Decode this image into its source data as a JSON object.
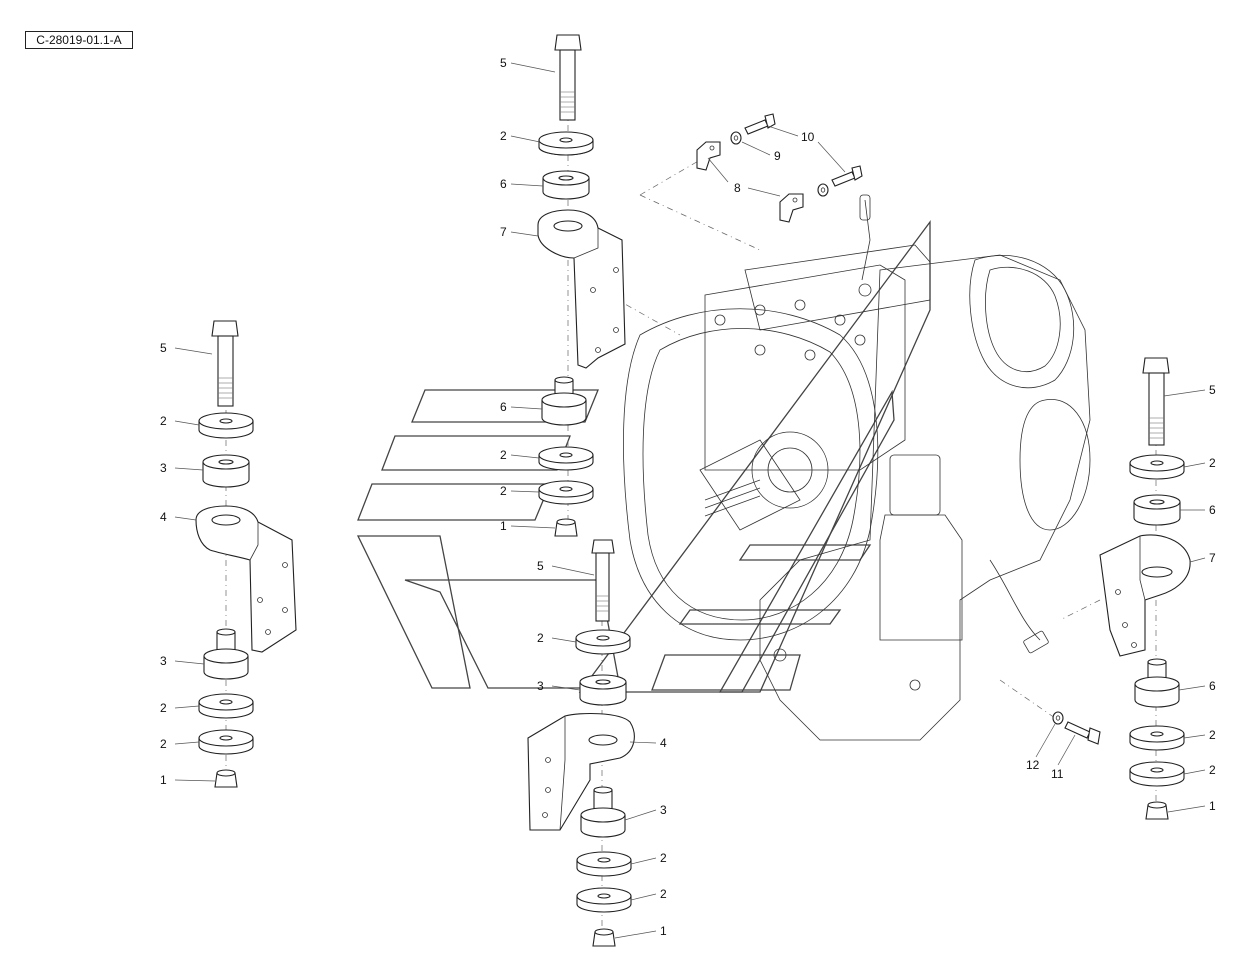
{
  "reference_code": "C-28019-01.1-A",
  "callouts": {
    "top_center": [
      "5",
      "2",
      "6",
      "7",
      "6",
      "2",
      "2",
      "1"
    ],
    "left_column": [
      "5",
      "2",
      "3",
      "4",
      "3",
      "2",
      "2",
      "1"
    ],
    "bottom_center": [
      "5",
      "2",
      "3",
      "4",
      "3",
      "2",
      "2",
      "1"
    ],
    "right_column": [
      "5",
      "2",
      "6",
      "7",
      "6",
      "2",
      "2",
      "1"
    ],
    "sensor_bracket": [
      "10",
      "9",
      "8"
    ],
    "bolt_washer": [
      "12",
      "11"
    ]
  }
}
